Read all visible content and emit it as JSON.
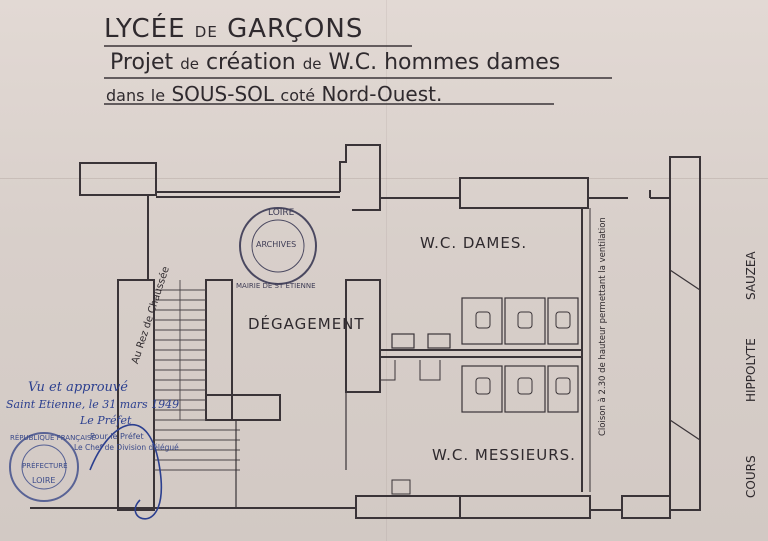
{
  "title": {
    "line1_a": "LYCÉE",
    "line1_b": "DE",
    "line1_c": "GARÇONS",
    "line2_a": "Projet",
    "line2_b": "de",
    "line2_c": "création",
    "line2_d": "de",
    "line2_e": "W.C. hommes dames",
    "line3_a": "dans",
    "line3_b": "le",
    "line3_c": "SOUS-SOL",
    "line3_d": "coté",
    "line3_e": "Nord-Ouest."
  },
  "rooms": {
    "degagement": "DÉGAGEMENT",
    "wc_dames": "W.C. DAMES.",
    "wc_messieurs": "W.C. MESSIEURS."
  },
  "annotations": {
    "stairs": "Au Rez de Chaussée",
    "partition": "Cloison à 2.30 de hauteur permettant la ventilation",
    "street_a": "COURS",
    "street_b": "HIPPOLYTE",
    "street_c": "SAUZEA"
  },
  "approval": {
    "line1": "Vu et approuvé",
    "line2": "Saint Etienne, le 31 mars 1949",
    "line3": "Le Préfet",
    "line4": "Pour le Préfet",
    "line5": "Le Chef de Division délégué"
  },
  "stamps": {
    "mairie_top": "LOIRE",
    "mairie_middle": "ARCHIVES",
    "mairie_ring": "MAIRIE DE ST ETIENNE",
    "prefecture_ring": "RÉPUBLIQUE FRANÇAISE",
    "prefecture_mid": "PRÉFECTURE",
    "prefecture_bottom": "LOIRE"
  },
  "colors": {
    "paper": "#dcd3ce",
    "ink": "#2f2a2e",
    "stamp_ink": "#3b4a8a"
  }
}
